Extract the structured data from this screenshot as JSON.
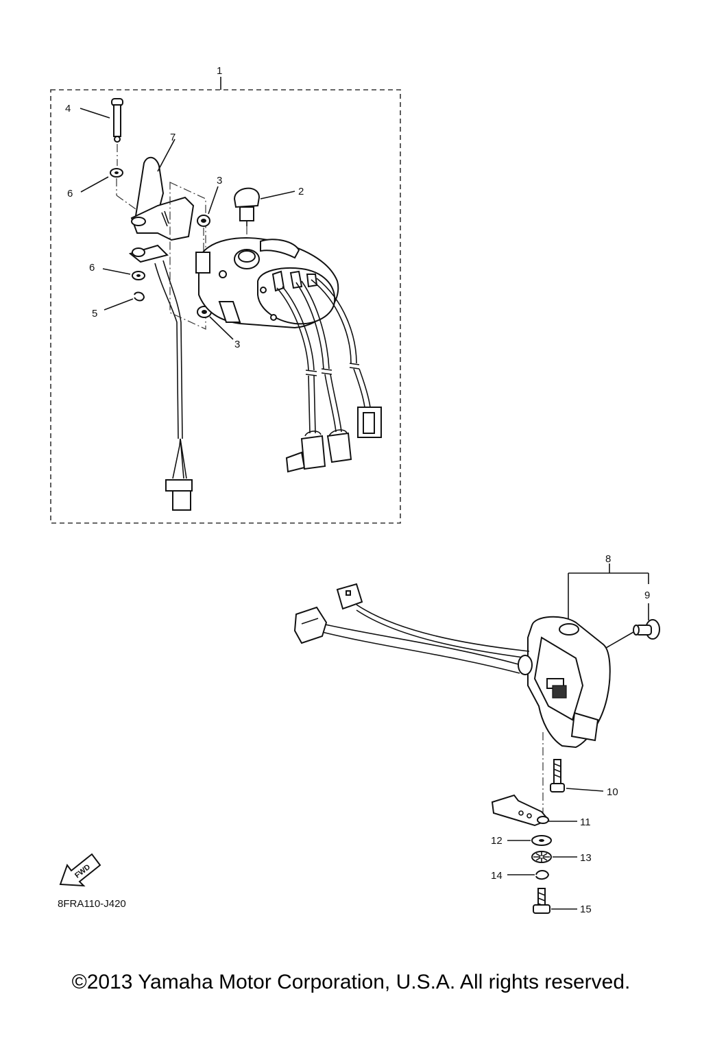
{
  "diagram_code": "8FRA110-J420",
  "fwd_label": "FWD",
  "copyright": "©2013 Yamaha Motor Corporation, U.S.A. All rights reserved.",
  "callouts": {
    "c1": "1",
    "c2": "2",
    "c3a": "3",
    "c3b": "3",
    "c4": "4",
    "c5": "5",
    "c6a": "6",
    "c6b": "6",
    "c7": "7",
    "c8": "8",
    "c9": "9",
    "c10": "10",
    "c11": "11",
    "c12": "12",
    "c13": "13",
    "c14": "14",
    "c15": "15"
  }
}
